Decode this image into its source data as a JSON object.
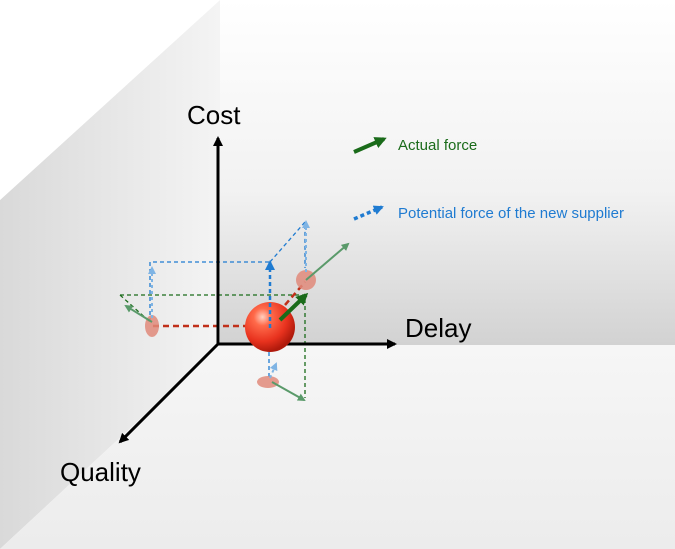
{
  "axes": {
    "cost": "Cost",
    "delay": "Delay",
    "quality": "Quality"
  },
  "legend": {
    "actual_force": "Actual force",
    "potential_force": "Potential force of the new supplier"
  },
  "colors": {
    "actual_force": "#1a6b1a",
    "potential_force": "#1f7bd1",
    "projection_red": "#c0301a",
    "sphere": "#e8321e",
    "axis": "#000000"
  }
}
